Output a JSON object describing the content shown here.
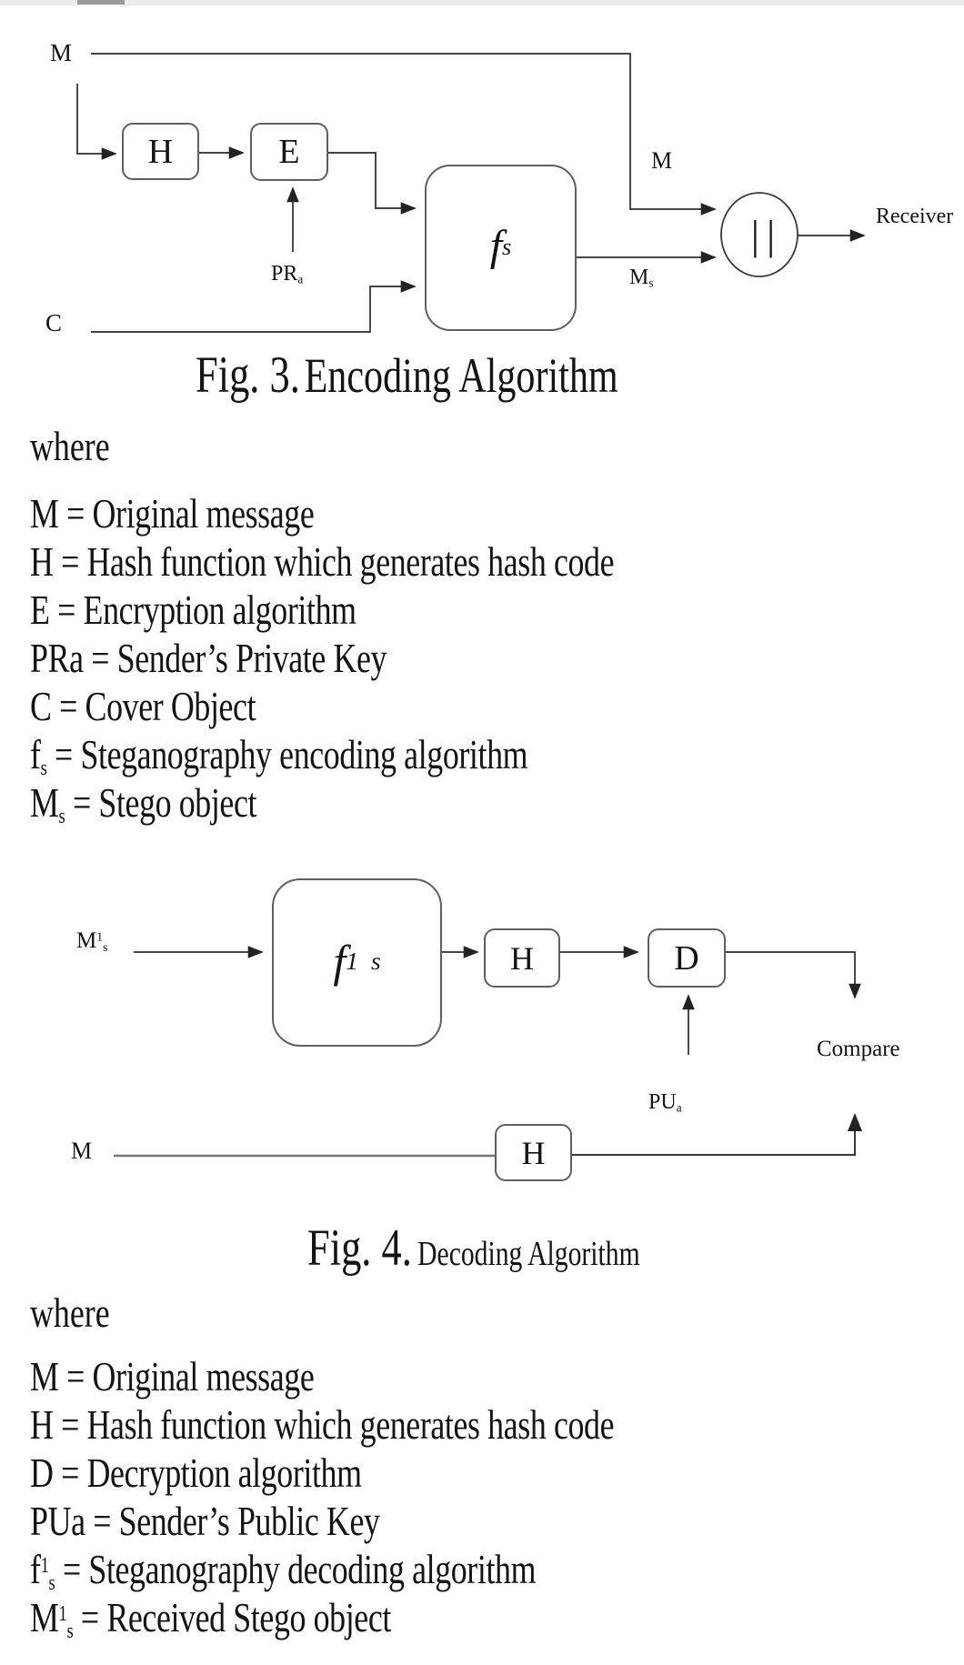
{
  "fig3": {
    "caption_prefix": "Fig. 3.",
    "caption_title": "Encoding Algorithm",
    "where_label": "where",
    "labels": {
      "m_source": "M",
      "hash_box": "H",
      "encrypt_box": "E",
      "private_key_base": "PR",
      "private_key_sub": "a",
      "cover_object": "C",
      "stego_fn_base": "f",
      "stego_fn_sub": "s",
      "message_line": "M",
      "stego_out_base": "M",
      "stego_out_sub": "s",
      "concat_symbol": "||",
      "receiver": "Receiver"
    },
    "definitions": [
      {
        "base": "M",
        "sup": "",
        "sub": "",
        "rest": " = Original message"
      },
      {
        "base": "H",
        "sup": "",
        "sub": "",
        "rest": " = Hash function which generates hash code"
      },
      {
        "base": "E",
        "sup": "",
        "sub": "",
        "rest": " = Encryption algorithm"
      },
      {
        "base": "PRa",
        "sup": "",
        "sub": "",
        "rest": " = Sender’s Private Key"
      },
      {
        "base": "C",
        "sup": "",
        "sub": "",
        "rest": " = Cover Object"
      },
      {
        "base": "f",
        "sup": "",
        "sub": "s",
        "rest": " = Steganography encoding algorithm"
      },
      {
        "base": "M",
        "sup": "",
        "sub": "s",
        "rest": " = Stego object"
      }
    ]
  },
  "fig4": {
    "caption_prefix": "Fig. 4.",
    "caption_title": "Decoding Algorithm",
    "where_label": "where",
    "labels": {
      "stego_in_base": "M",
      "stego_in_sup": "1",
      "stego_in_sub": "s",
      "decode_fn_base": "f",
      "decode_fn_sup": "1",
      "decode_fn_sub": "s",
      "hash_box_top": "H",
      "decrypt_box": "D",
      "public_key_base": "PU",
      "public_key_sub": "a",
      "compare": "Compare",
      "message_in": "M",
      "hash_box_bottom": "H"
    },
    "definitions": [
      {
        "base": "M",
        "sup": "",
        "sub": "",
        "rest": " = Original message"
      },
      {
        "base": "H",
        "sup": "",
        "sub": "",
        "rest": " = Hash function which generates hash code"
      },
      {
        "base": "D",
        "sup": "",
        "sub": "",
        "rest": " = Decryption algorithm"
      },
      {
        "base": "PUa",
        "sup": "",
        "sub": "",
        "rest": " = Sender’s Public Key"
      },
      {
        "base": "f",
        "sup": "1",
        "sub": "s",
        "rest": " = Steganography decoding algorithm"
      },
      {
        "base": "M",
        "sup": "1",
        "sub": "s",
        "rest": " = Received Stego object"
      }
    ]
  },
  "colors": {
    "line": "#2b2b2b",
    "thick_line": "#757575",
    "box_border": "#5f5f5f",
    "text": "#141414",
    "background": "#ffffff"
  }
}
